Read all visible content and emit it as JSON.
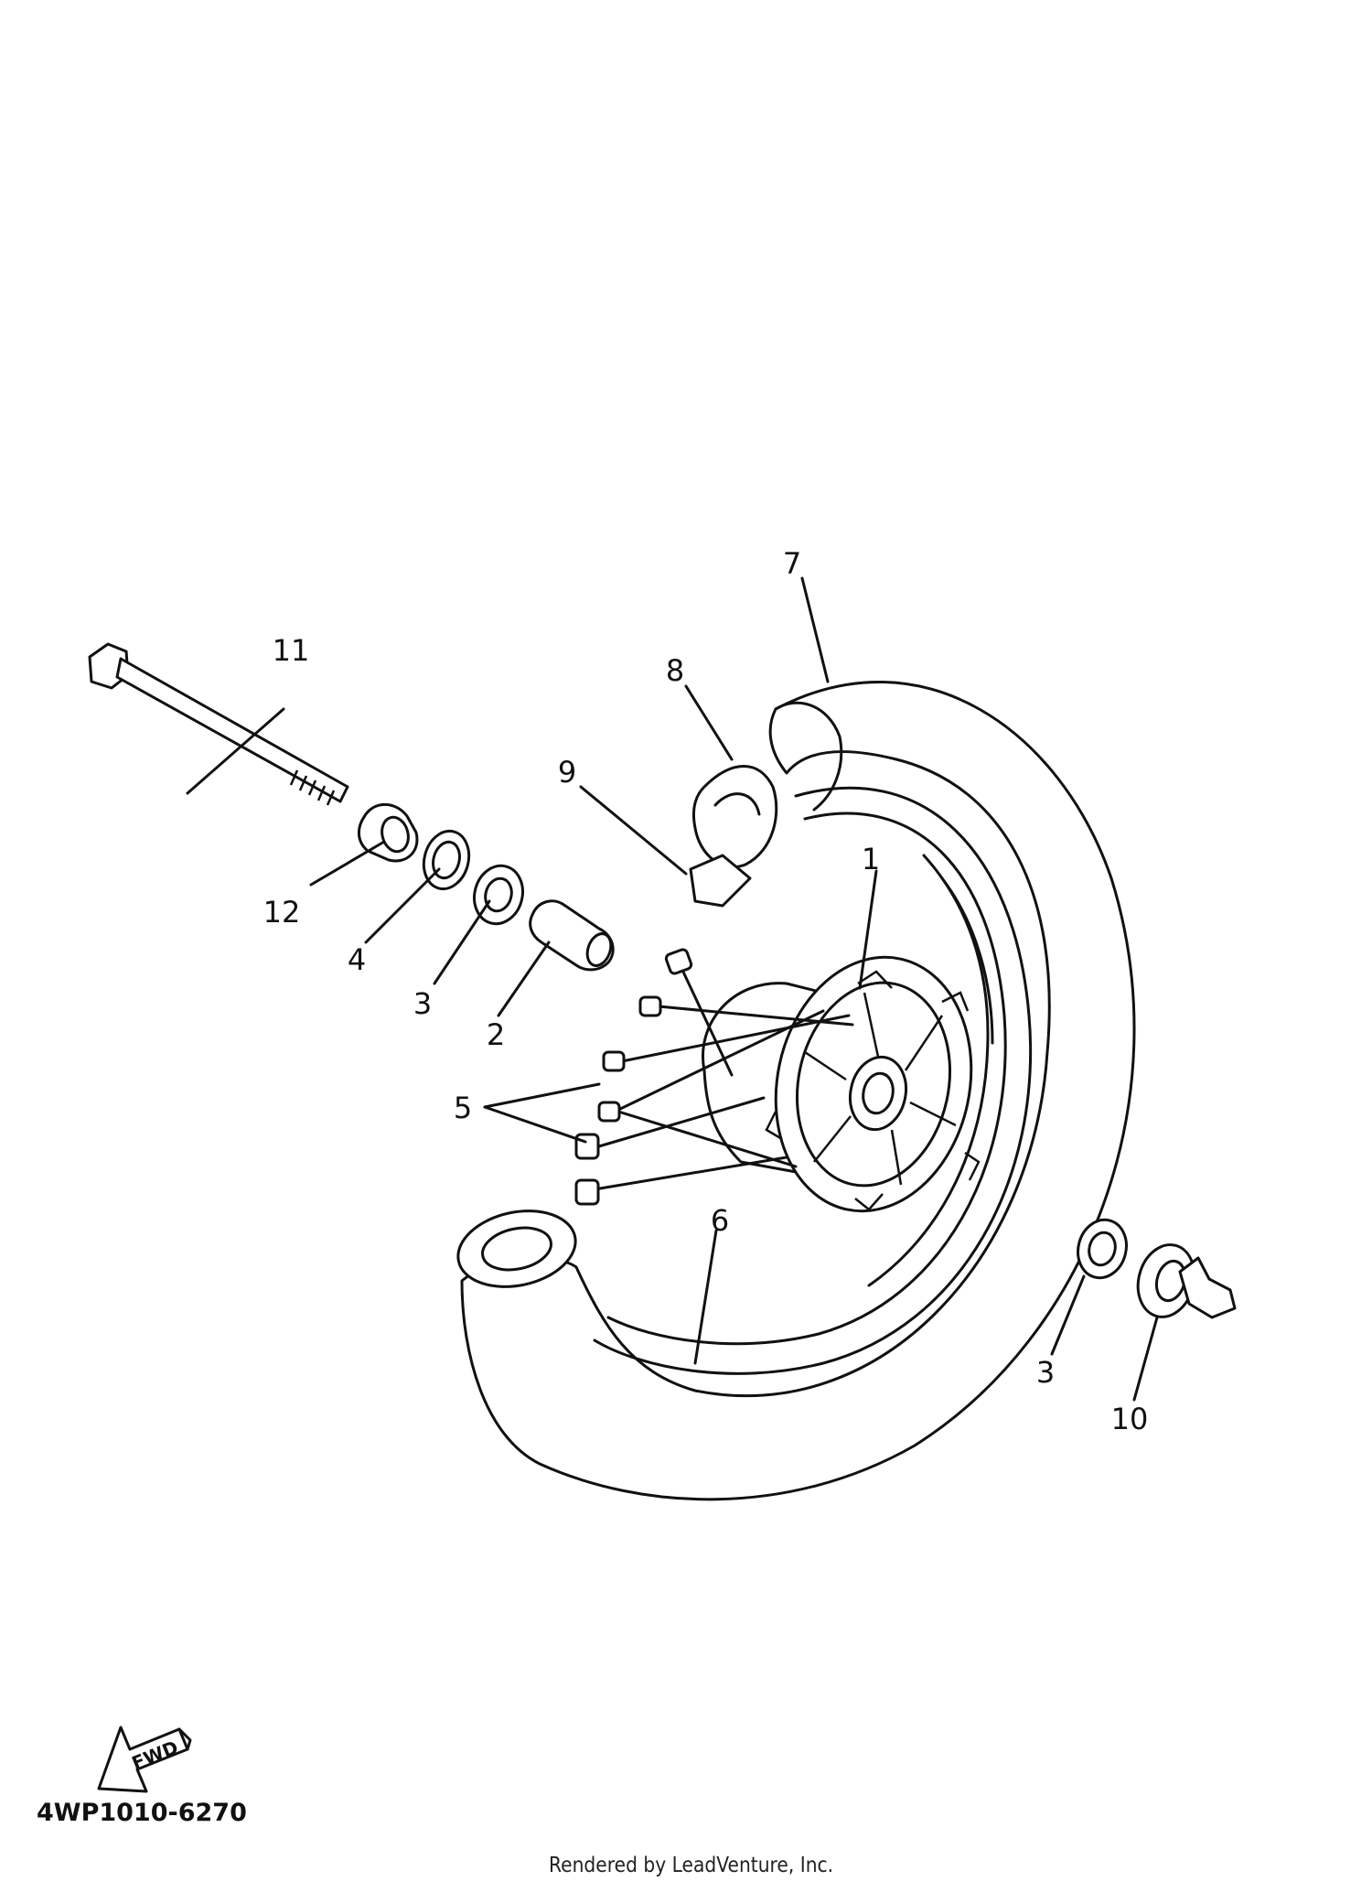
{
  "callouts": {
    "c1": "1",
    "c2": "2",
    "c3a": "3",
    "c3b": "3",
    "c4": "4",
    "c5": "5",
    "c6": "6",
    "c7": "7",
    "c8": "8",
    "c9": "9",
    "c10": "10",
    "c11": "11",
    "c12": "12"
  },
  "fwd_label": "FWD",
  "drawing_code": "4WP1010-6270",
  "render_credit": "Rendered by LeadVenture, Inc."
}
